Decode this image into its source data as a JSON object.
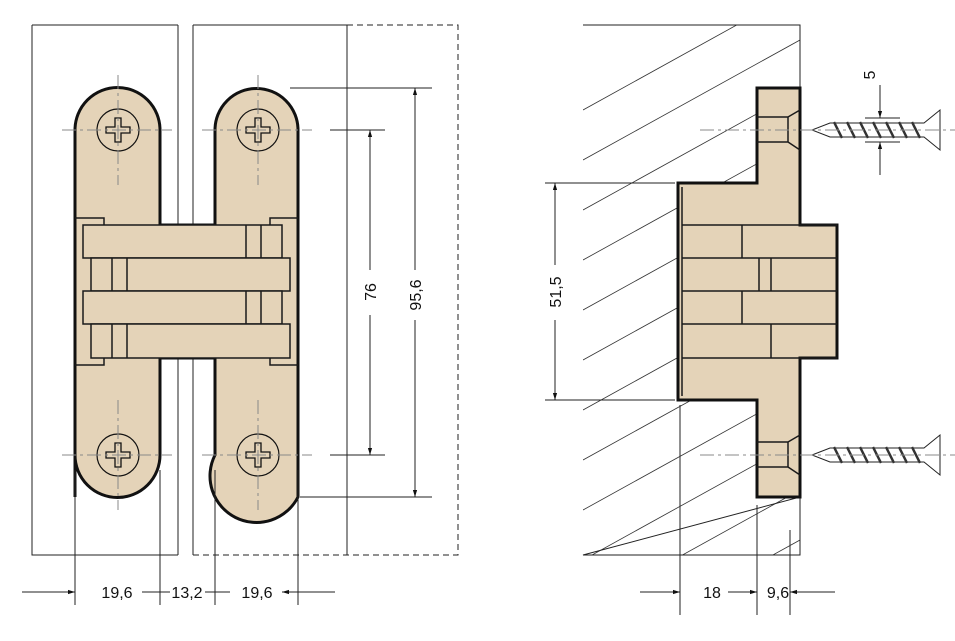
{
  "title": "Concealed hinge technical drawing",
  "colors": {
    "hinge_fill": "#e4d3b8",
    "line": "#1a1a1a",
    "centerline": "#888888"
  },
  "front_view": {
    "dimensions": {
      "leaf_width_left": "19,6",
      "gap": "13,2",
      "leaf_width_right": "19,6",
      "screw_spacing": "76",
      "overall_height": "95,6"
    }
  },
  "side_view": {
    "dimensions": {
      "body_height": "51,5",
      "screw_diameter": "5",
      "body_depth": "18",
      "flange_depth": "9,6"
    }
  }
}
